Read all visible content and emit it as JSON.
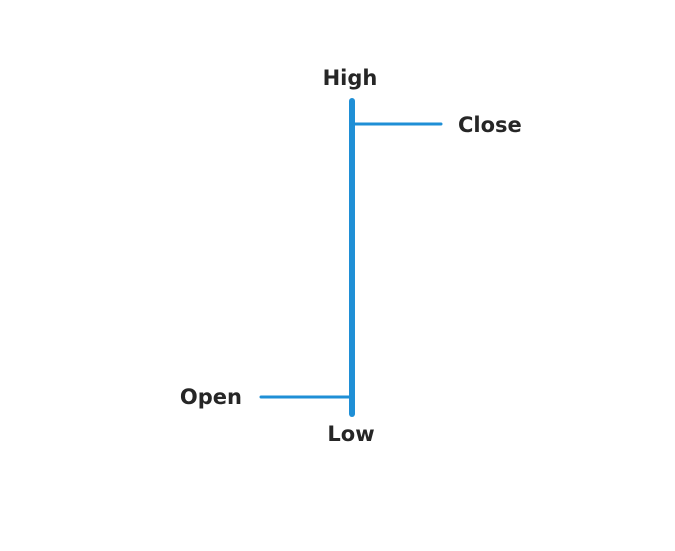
{
  "diagram": {
    "labels": {
      "high": "High",
      "close": "Close",
      "open": "Open",
      "low": "Low"
    },
    "colors": {
      "line": "#1f8fd6",
      "text": "#262626",
      "background": "#ffffff"
    }
  }
}
